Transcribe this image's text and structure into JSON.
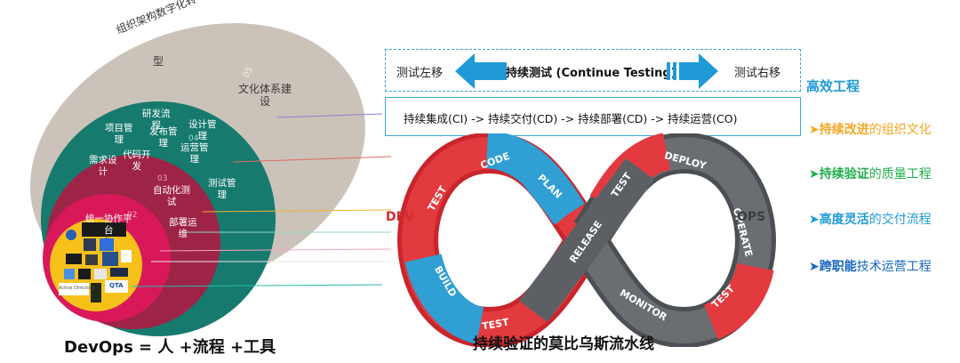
{
  "left_diagram": {
    "outer": {
      "line1": "组织架构数字化转",
      "line2": "型",
      "num": "05",
      "culture1": "文化体系建",
      "culture2": "设"
    },
    "teal": {
      "rd1": "研发流",
      "rd2": "程",
      "pm1": "项目管",
      "pm2": "理",
      "rel1": "发布管",
      "rel2": "理",
      "design1": "设计管",
      "design2": "理",
      "ops1": "运营管",
      "ops2": "理",
      "num": "04",
      "test1": "测试管",
      "test2": "理"
    },
    "maroon": {
      "req1": "需求设",
      "req2": "计",
      "code1": "代码开",
      "code2": "发",
      "num": "03",
      "auto1": "自动化测",
      "auto2": "试",
      "deploy1": "部署运",
      "deploy2": "维"
    },
    "pink": {
      "collab1": "统一协作平",
      "collab2": "台",
      "num": "02"
    },
    "tools": {
      "active_directory": "Active Directory",
      "qta": "QTA"
    },
    "caption": "DevOps = 人 +流程 +工具"
  },
  "testing": {
    "left": "测试左移",
    "center": "持续测试 (Continue Testing)",
    "right": "测试右移"
  },
  "pipeline": "持续集成(CI) -> 持续交付(CD) -> 持续部署(CD) -> 持续运营(CO)",
  "loop": {
    "dev": "DEV",
    "ops": "OPS",
    "labels": [
      "TEST",
      "CODE",
      "PLAN",
      "BUILD",
      "TEST",
      "RELEASE",
      "TEST",
      "DEPLOY",
      "OPERATE",
      "MONITOR",
      "TEST"
    ],
    "caption": "持续验证的莫比乌斯流水线"
  },
  "right_list": {
    "title": "高效工程",
    "items": [
      {
        "bold": "持续改进",
        "rest": "的组织文化",
        "color": "#f5a623"
      },
      {
        "bold": "持续验证",
        "rest": "的质量工程",
        "color": "#1fae4b"
      },
      {
        "bold": "高度灵活",
        "rest": "的交付流程",
        "color": "#1f9ad6"
      },
      {
        "bold": "跨职能",
        "rest": "技术运营工程",
        "color": "#1565c0"
      }
    ]
  },
  "colors": {
    "beige": "#cbc3b9",
    "teal": "#177a6e",
    "maroon": "#a3244a",
    "pink": "#d9185a",
    "yellow": "#f7c11c",
    "red": "#dc2b2f",
    "blue": "#34a6d9",
    "gray": "#5a5e63"
  }
}
